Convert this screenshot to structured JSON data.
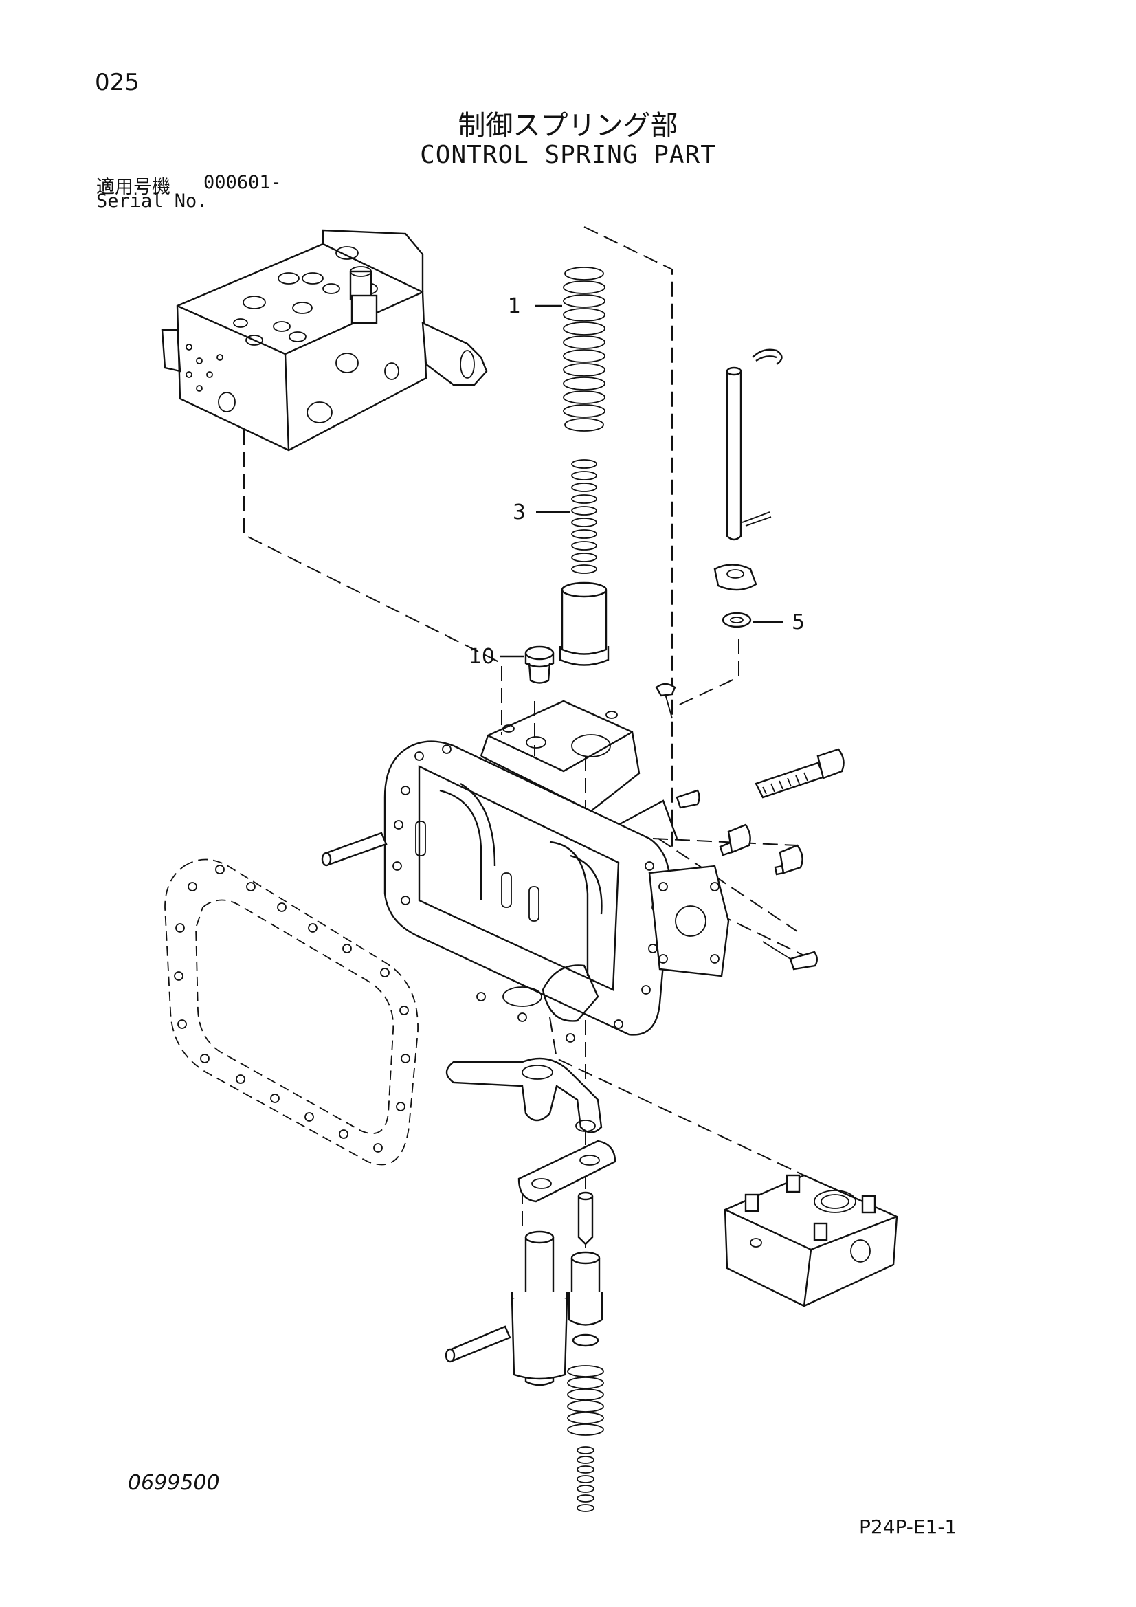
{
  "page_number": "025",
  "title_jp": "制御スプリング部",
  "title_en": "CONTROL SPRING PART",
  "serial": {
    "label_jp": "適用号機",
    "label_en": "Serial No.",
    "value": "000601-"
  },
  "callouts": [
    {
      "id": "1",
      "label": "1"
    },
    {
      "id": "3",
      "label": "3"
    },
    {
      "id": "5",
      "label": "5"
    },
    {
      "id": "10",
      "label": "10"
    }
  ],
  "drawing_number": "0699500",
  "sheet_code": "P24P-E1-1"
}
